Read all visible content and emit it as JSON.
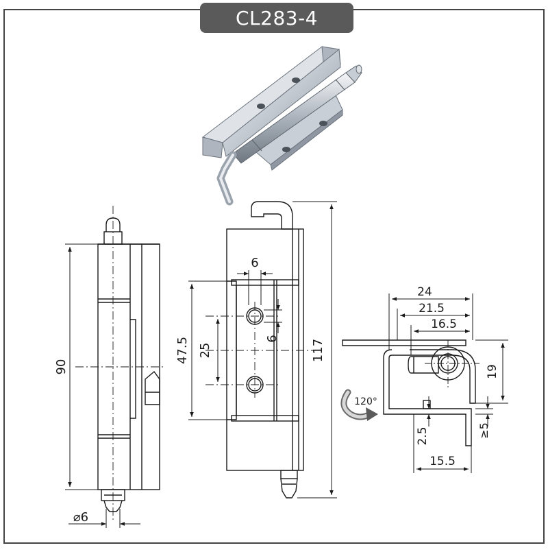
{
  "title": "CL283-4",
  "dimensions": {
    "side_height": "90",
    "pin_diameter": "⌀6",
    "front_height": "117",
    "plate_height": "47.5",
    "hole_spacing": "25",
    "slot_width": "6",
    "slot_offset": "6",
    "top_24": "24",
    "top_21_5": "21.5",
    "top_16_5": "16.5",
    "right_19": "19",
    "right_min5": "≥5",
    "bottom_2_5": "2.5",
    "bottom_15_5": "15.5",
    "opening_angle": "120°"
  },
  "colors": {
    "line": "#1a1a1a",
    "frame": "#444444",
    "badge": "#5a5a5a",
    "metal_light": "#e6e9ee",
    "metal_mid": "#b9c0c9",
    "metal_dark": "#7f8893"
  }
}
